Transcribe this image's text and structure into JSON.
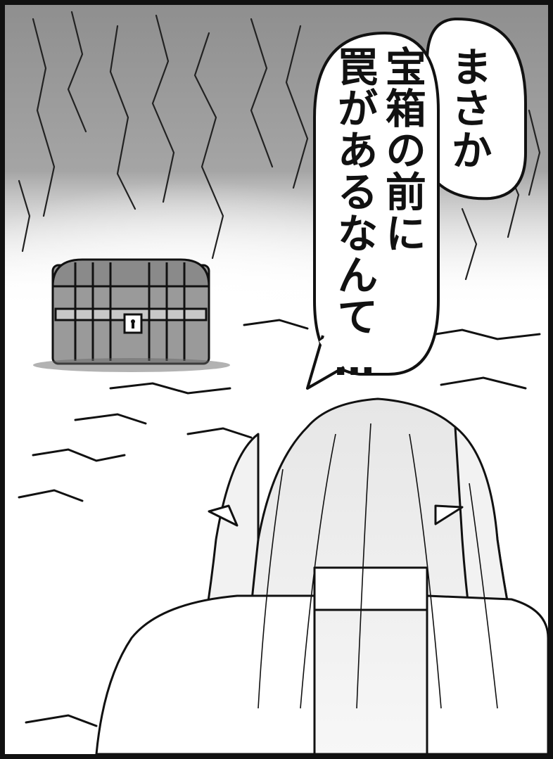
{
  "speech_bubbles": [
    {
      "id": "bubble-1",
      "text": "まさか"
    },
    {
      "id": "bubble-2",
      "lines": [
        "宝箱の前に",
        "罠があるなんて…"
      ]
    }
  ],
  "colors": {
    "ink": "#111111",
    "tone_dark": "#8a8a8a",
    "tone_mid": "#b9b9b9",
    "paper": "#ffffff",
    "chest_wood": "#9a9a9a"
  }
}
